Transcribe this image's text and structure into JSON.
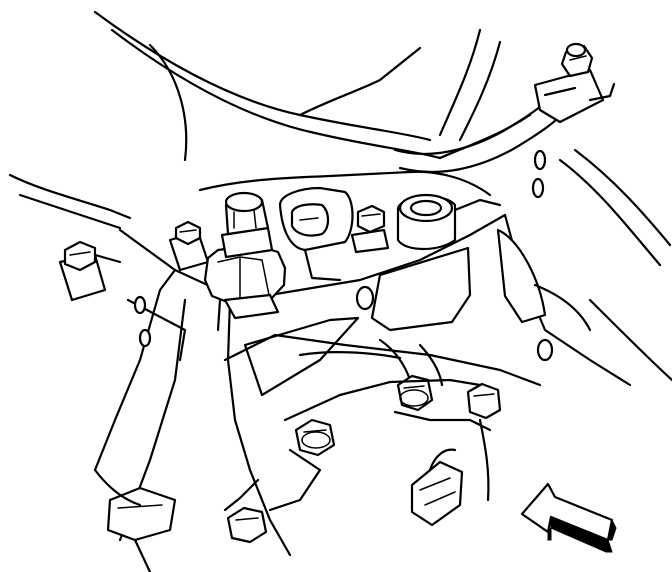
{
  "figure": {
    "ink_color": "#000000",
    "paper_color": "#ffffff",
    "components": [
      "engine-mount-bracket",
      "wiring-harness-tube",
      "large-mounting-bolt",
      "hex-nut",
      "electrical-connector",
      "bracket-bolts",
      "direction-arrow"
    ]
  }
}
